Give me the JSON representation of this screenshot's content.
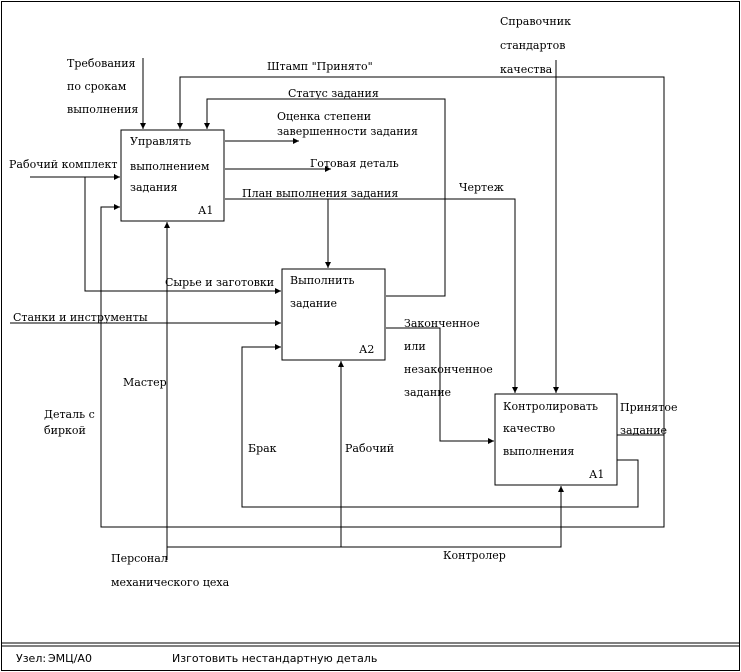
{
  "node_label": "Узел:",
  "node_value": "ЭМЦ/А0",
  "diagram_title": "Изготовить нестандартную деталь",
  "blocks": {
    "a1": {
      "lines": [
        "Управлять",
        "выполнением",
        "задания"
      ],
      "id": "А1"
    },
    "a2": {
      "lines": [
        "Выполнить",
        "задание"
      ],
      "id": "А2"
    },
    "a3": {
      "lines": [
        "Контролировать",
        "качество",
        "выполнения"
      ],
      "id": "А1"
    }
  },
  "arrows": {
    "requirements": [
      "Требования",
      "по срокам",
      "выполнения"
    ],
    "reference": [
      "Справочник",
      "стандартов",
      "качества"
    ],
    "stamp": "Штамп \"Принято\"",
    "status": "Статус задания",
    "assessment": [
      "Оценка степени",
      "завершенности задания"
    ],
    "finished_part": "Готовая деталь",
    "work_kit": "Рабочий комплект",
    "plan": "План выполнения задания",
    "drawing": "Чертеж",
    "raw": "Сырье и заготовки",
    "machines": "Станки и инструменты",
    "completed": [
      "Законченное",
      "или",
      "незаконченное",
      "задание"
    ],
    "master": "Мастер",
    "tagged_part": [
      "Деталь с",
      "биркой"
    ],
    "defect": "Брак",
    "worker": "Рабочий",
    "accepted": [
      "Принятое",
      "задание"
    ],
    "personnel": [
      "Персонал",
      "механического цеха"
    ],
    "controller": "Контролер"
  },
  "icons": {
    "arrowhead": "filled-triangle-arrowhead"
  }
}
